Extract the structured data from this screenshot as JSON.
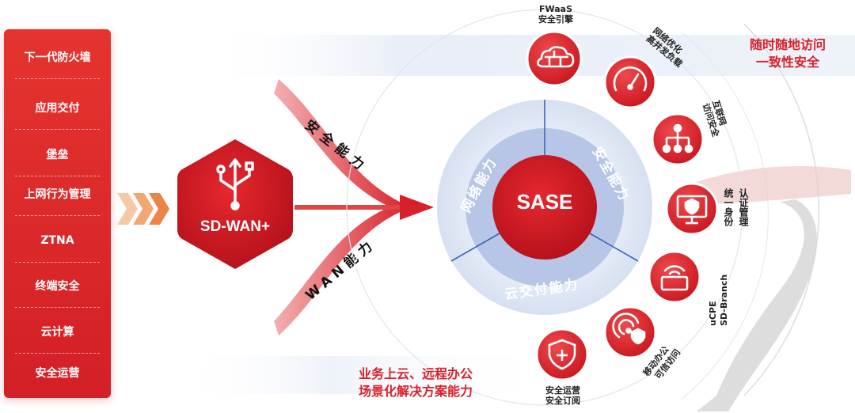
{
  "left_panel": {
    "items": [
      "下一代防火墙",
      "应用交付",
      "堡垒",
      "上网行为管理",
      "ZTNA",
      "终端安全",
      "云计算",
      "安全运营"
    ]
  },
  "hub": {
    "label": "SD-WAN+",
    "icon": "usb-icon"
  },
  "flows": {
    "upper": "安全能力",
    "lower": "WAN能力"
  },
  "core": {
    "center": "SASE",
    "ring_labels": {
      "left": "网络能力",
      "right": "安全能力",
      "bottom": "云交付能力"
    }
  },
  "nodes": [
    {
      "icon": "firewall-cloud-icon",
      "label_lines": [
        "FWaaS",
        "安全引擎"
      ]
    },
    {
      "icon": "speedometer-icon",
      "label_lines": [
        "网络优化",
        "高并发负载"
      ]
    },
    {
      "icon": "network-tree-icon",
      "label_lines": [
        "互联网",
        "访问安全"
      ]
    },
    {
      "icon": "monitor-shield-icon",
      "label_lines": [
        "统一身份",
        "认证管理"
      ]
    },
    {
      "icon": "router-icon",
      "label_lines": [
        "uCPE",
        "SD-Branch"
      ]
    },
    {
      "icon": "mobile-security-icon",
      "label_lines": [
        "移动办公",
        "可信访问"
      ]
    },
    {
      "icon": "medical-shield-icon",
      "label_lines": [
        "安全运营",
        "安全订阅"
      ]
    }
  ],
  "captions": {
    "top_right": [
      "随时随地访问",
      "一致性安全"
    ],
    "bottom": [
      "业务上云、远程办公",
      "场景化解决方案能力"
    ]
  },
  "colors": {
    "brand_red": "#d8202a",
    "ring_blue": "#c9d5ee"
  }
}
